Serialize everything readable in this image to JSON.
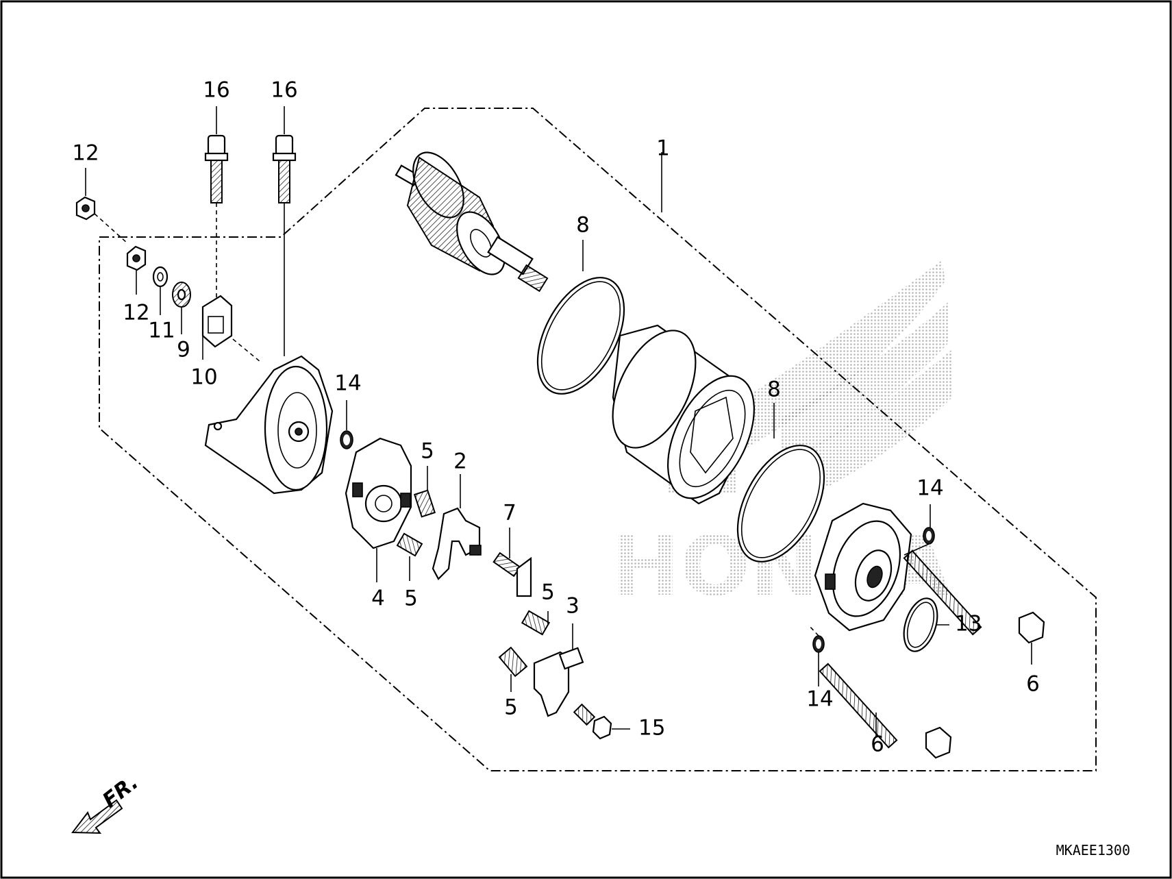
{
  "diagram": {
    "catalog_code": "MKAEE1300",
    "direction_label": "FR.",
    "watermark_text": "HONDA",
    "callouts": [
      {
        "id": "c1",
        "label": "1"
      },
      {
        "id": "c2",
        "label": "2"
      },
      {
        "id": "c3",
        "label": "3"
      },
      {
        "id": "c4",
        "label": "4"
      },
      {
        "id": "c5a",
        "label": "5"
      },
      {
        "id": "c5b",
        "label": "5"
      },
      {
        "id": "c5c",
        "label": "5"
      },
      {
        "id": "c5d",
        "label": "5"
      },
      {
        "id": "c6a",
        "label": "6"
      },
      {
        "id": "c6b",
        "label": "6"
      },
      {
        "id": "c7",
        "label": "7"
      },
      {
        "id": "c8a",
        "label": "8"
      },
      {
        "id": "c8b",
        "label": "8"
      },
      {
        "id": "c9",
        "label": "9"
      },
      {
        "id": "c10",
        "label": "10"
      },
      {
        "id": "c11",
        "label": "11"
      },
      {
        "id": "c12a",
        "label": "12"
      },
      {
        "id": "c12b",
        "label": "12"
      },
      {
        "id": "c13",
        "label": "13"
      },
      {
        "id": "c14a",
        "label": "14"
      },
      {
        "id": "c14b",
        "label": "14"
      },
      {
        "id": "c14c",
        "label": "14"
      },
      {
        "id": "c15",
        "label": "15"
      },
      {
        "id": "c16a",
        "label": "16"
      },
      {
        "id": "c16b",
        "label": "16"
      }
    ]
  }
}
